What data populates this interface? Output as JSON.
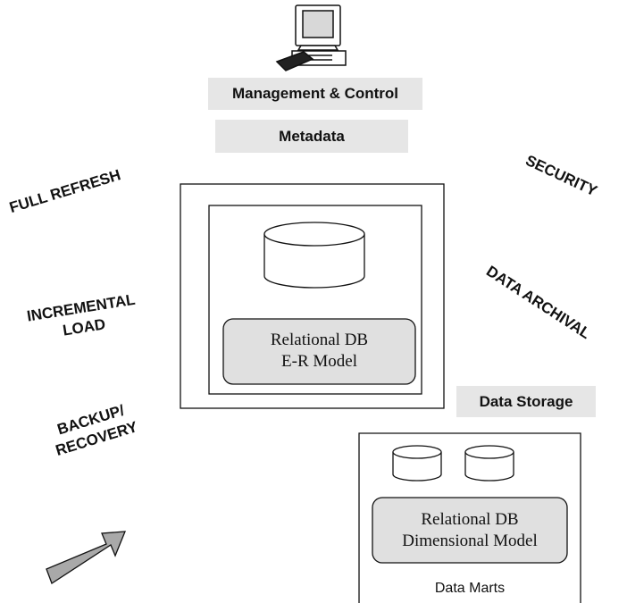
{
  "header": {
    "computer_icon": "computer-icon",
    "management_label": "Management & Control",
    "metadata_label": "Metadata"
  },
  "functions": {
    "full_refresh": "FULL  REFRESH",
    "incremental_line1": "INCREMENTAL",
    "incremental_line2": "LOAD",
    "backup_line1": "BACKUP/",
    "backup_line2": "RECOVERY",
    "security": "SECURITY",
    "data_archival": "DATA ARCHIVAL"
  },
  "warehouse": {
    "db_line1": "Relational DB",
    "db_line2": "E-R Model"
  },
  "storage": {
    "label": "Data Storage"
  },
  "data_marts": {
    "db_line1": "Relational DB",
    "db_line2": "Dimensional Model",
    "caption": "Data Marts"
  },
  "colors": {
    "label_fill": "#e6e6e6",
    "box_fill": "#e0e0e0",
    "arrow_fill": "#a9a9a9",
    "line": "#111111"
  }
}
